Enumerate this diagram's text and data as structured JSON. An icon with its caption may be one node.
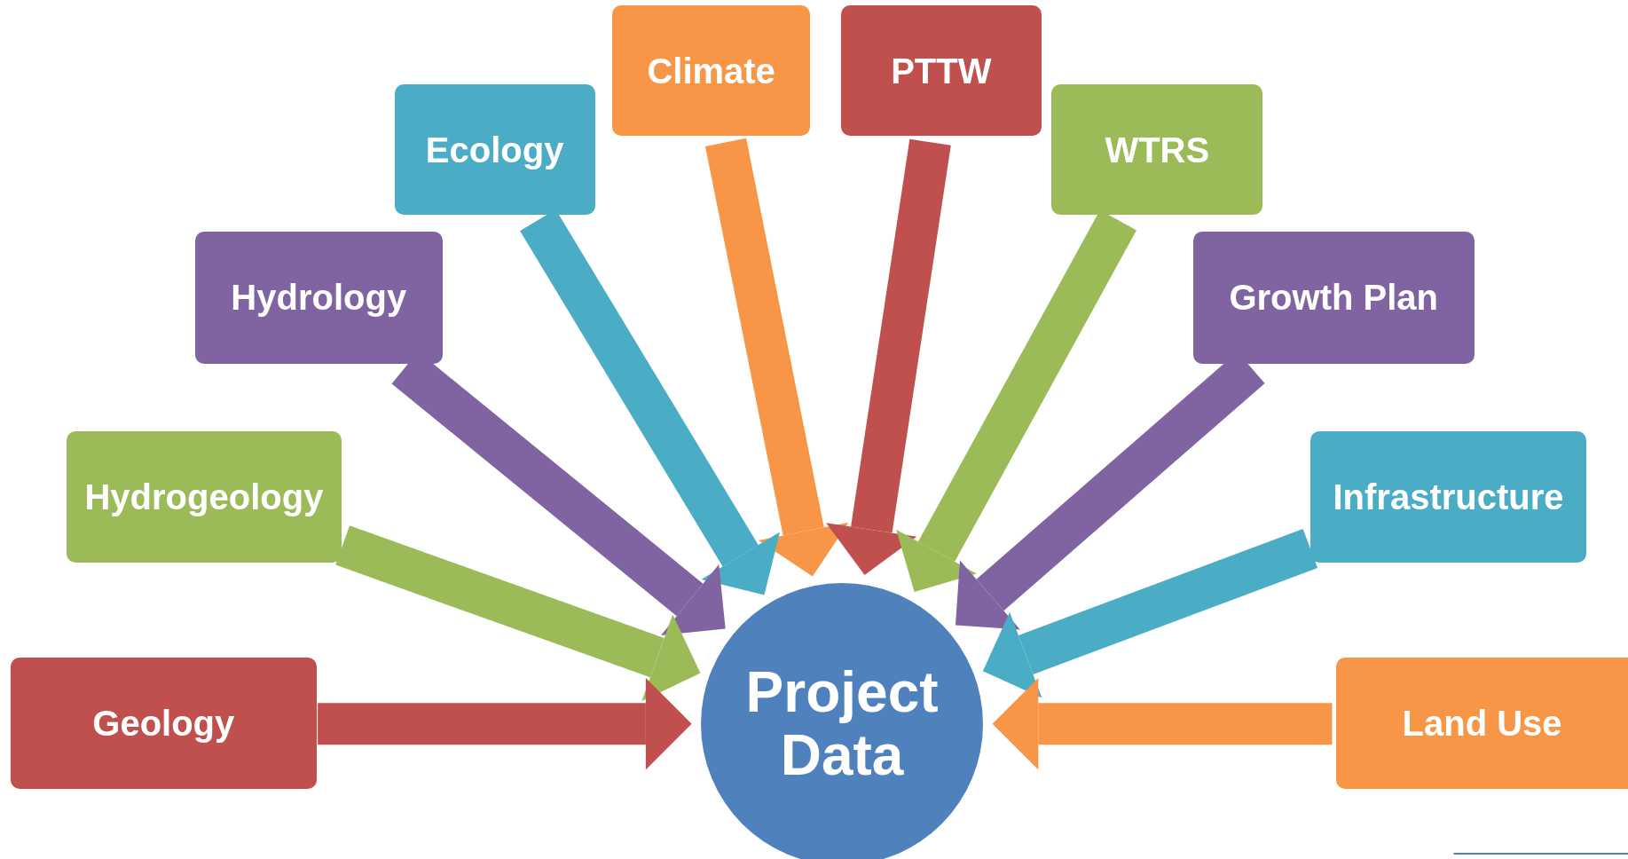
{
  "diagram": {
    "nodes": [
      {
        "text": [
          "Climate"
        ]
      },
      {
        "text": [
          "PTTW"
        ]
      },
      {
        "text": [
          "Ecology"
        ]
      },
      {
        "text": [
          "WTRS"
        ]
      },
      {
        "text": [
          "Hydrology"
        ]
      },
      {
        "text": [
          "Growth Plan"
        ]
      },
      {
        "text": [
          "Hydrogeology"
        ]
      },
      {
        "text": [
          "Infrastructure"
        ]
      },
      {
        "text": [
          "Geology"
        ]
      },
      {
        "text": [
          "Project Data"
        ]
      },
      {
        "text": [
          "Land Use"
        ]
      }
    ],
    "edges": [
      {
        "from": 0,
        "to": 9,
        "arrow": "to",
        "color": "#f79646"
      },
      {
        "from": 1,
        "to": 9,
        "arrow": "to",
        "color": "#c0504d"
      },
      {
        "from": 2,
        "to": 9,
        "arrow": "to",
        "color": "#4bacc6"
      },
      {
        "from": 3,
        "to": 9,
        "arrow": "to",
        "color": "#9bbb59"
      },
      {
        "from": 4,
        "to": 9,
        "arrow": "to",
        "color": "#8064a2"
      },
      {
        "from": 5,
        "to": 9,
        "arrow": "to",
        "color": "#8064a2"
      },
      {
        "from": 6,
        "to": 9,
        "arrow": "to",
        "color": "#9bbb59"
      },
      {
        "from": 7,
        "to": 9,
        "arrow": "to",
        "color": "#4bacc6"
      },
      {
        "from": 8,
        "to": 9,
        "arrow": "to",
        "color": "#c0504d"
      },
      {
        "from": 10,
        "to": 9,
        "arrow": "to",
        "color": "#f79646"
      }
    ]
  }
}
